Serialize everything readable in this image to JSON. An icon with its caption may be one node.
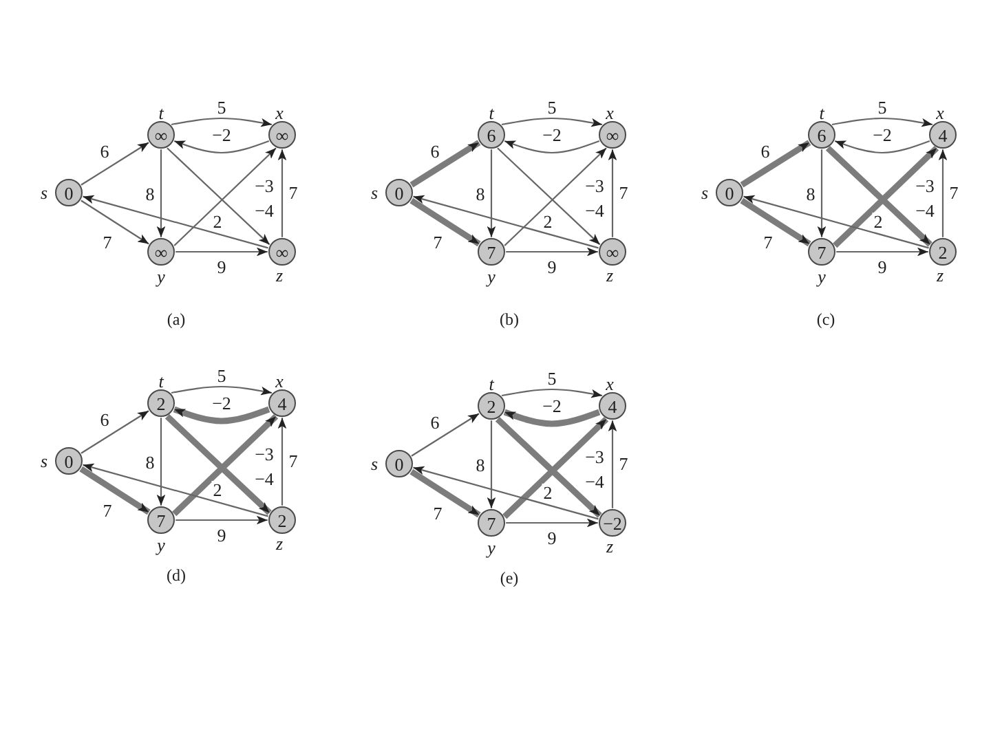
{
  "diagram": {
    "nodes": [
      {
        "text": [
          "∞"
        ],
        "beside": [
          "t"
        ]
      },
      {
        "text": [
          "∞"
        ],
        "beside": [
          "x"
        ]
      },
      {
        "text": [
          "0"
        ],
        "beside": [
          "s"
        ]
      },
      {
        "text": [
          "∞"
        ],
        "beside": [
          "y"
        ]
      },
      {
        "text": [
          "∞"
        ],
        "beside": [
          "z"
        ]
      },
      {
        "text": [
          "6"
        ],
        "beside": [
          "t"
        ]
      },
      {
        "text": [
          "∞"
        ],
        "beside": [
          "x"
        ]
      },
      {
        "text": [
          "0"
        ],
        "beside": [
          "s"
        ]
      },
      {
        "text": [
          "7"
        ],
        "beside": [
          "y"
        ]
      },
      {
        "text": [
          "∞"
        ],
        "beside": [
          "z"
        ]
      },
      {
        "text": [
          "6"
        ],
        "beside": [
          "t"
        ]
      },
      {
        "text": [
          "4"
        ],
        "beside": [
          "x"
        ]
      },
      {
        "text": [
          "0"
        ],
        "beside": [
          "s"
        ]
      },
      {
        "text": [
          "7"
        ],
        "beside": [
          "y"
        ]
      },
      {
        "text": [
          "2"
        ],
        "beside": [
          "z"
        ]
      },
      {
        "text": [
          "2"
        ],
        "beside": [
          "t"
        ]
      },
      {
        "text": [
          "4"
        ],
        "beside": [
          "x"
        ]
      },
      {
        "text": [
          "0"
        ],
        "beside": [
          "s"
        ]
      },
      {
        "text": [
          "7"
        ],
        "beside": [
          "y"
        ]
      },
      {
        "text": [
          "2"
        ],
        "beside": [
          "z"
        ]
      },
      {
        "text": [
          "2"
        ],
        "beside": [
          "t"
        ]
      },
      {
        "text": [
          "4"
        ],
        "beside": [
          "x"
        ]
      },
      {
        "text": [
          "0"
        ],
        "beside": [
          "s"
        ]
      },
      {
        "text": [
          "7"
        ],
        "beside": [
          "y"
        ]
      },
      {
        "text": [
          "−2"
        ],
        "beside": [
          "z"
        ]
      }
    ],
    "edges": [
      {
        "from": 2,
        "to": 0,
        "arrow": "to",
        "label": "6"
      },
      {
        "from": 2,
        "to": 3,
        "arrow": "to",
        "label": "7"
      },
      {
        "from": 0,
        "to": 1,
        "arrow": "to",
        "label": "5"
      },
      {
        "from": 1,
        "to": 0,
        "arrow": "to",
        "label": "−2"
      },
      {
        "from": 0,
        "to": 3,
        "arrow": "to",
        "label": "8"
      },
      {
        "from": 0,
        "to": 4,
        "arrow": "to",
        "label": "−4"
      },
      {
        "from": 3,
        "to": 1,
        "arrow": "to",
        "label": "−3"
      },
      {
        "from": 3,
        "to": 4,
        "arrow": "to",
        "label": "9"
      },
      {
        "from": 4,
        "to": 1,
        "arrow": "to",
        "label": "7"
      },
      {
        "from": 4,
        "to": 2,
        "arrow": "to",
        "label": "2"
      },
      {
        "from": 7,
        "to": 5,
        "arrow": "to",
        "label": "6",
        "style": "thick"
      },
      {
        "from": 7,
        "to": 8,
        "arrow": "to",
        "label": "7",
        "style": "thick"
      },
      {
        "from": 5,
        "to": 6,
        "arrow": "to",
        "label": "5"
      },
      {
        "from": 6,
        "to": 5,
        "arrow": "to",
        "label": "−2"
      },
      {
        "from": 5,
        "to": 8,
        "arrow": "to",
        "label": "8"
      },
      {
        "from": 5,
        "to": 9,
        "arrow": "to",
        "label": "−4"
      },
      {
        "from": 8,
        "to": 6,
        "arrow": "to",
        "label": "−3"
      },
      {
        "from": 8,
        "to": 9,
        "arrow": "to",
        "label": "9"
      },
      {
        "from": 9,
        "to": 6,
        "arrow": "to",
        "label": "7"
      },
      {
        "from": 9,
        "to": 7,
        "arrow": "to",
        "label": "2"
      },
      {
        "from": 12,
        "to": 10,
        "arrow": "to",
        "label": "6",
        "style": "thick"
      },
      {
        "from": 12,
        "to": 13,
        "arrow": "to",
        "label": "7",
        "style": "thick"
      },
      {
        "from": 10,
        "to": 11,
        "arrow": "to",
        "label": "5"
      },
      {
        "from": 11,
        "to": 10,
        "arrow": "to",
        "label": "−2"
      },
      {
        "from": 10,
        "to": 13,
        "arrow": "to",
        "label": "8"
      },
      {
        "from": 10,
        "to": 14,
        "arrow": "to",
        "label": "−4",
        "style": "thick"
      },
      {
        "from": 13,
        "to": 11,
        "arrow": "to",
        "label": "−3",
        "style": "thick"
      },
      {
        "from": 13,
        "to": 14,
        "arrow": "to",
        "label": "9"
      },
      {
        "from": 14,
        "to": 11,
        "arrow": "to",
        "label": "7"
      },
      {
        "from": 14,
        "to": 12,
        "arrow": "to",
        "label": "2"
      },
      {
        "from": 17,
        "to": 15,
        "arrow": "to",
        "label": "6"
      },
      {
        "from": 17,
        "to": 18,
        "arrow": "to",
        "label": "7",
        "style": "thick"
      },
      {
        "from": 15,
        "to": 16,
        "arrow": "to",
        "label": "5"
      },
      {
        "from": 16,
        "to": 15,
        "arrow": "to",
        "label": "−2",
        "style": "thick"
      },
      {
        "from": 15,
        "to": 18,
        "arrow": "to",
        "label": "8"
      },
      {
        "from": 15,
        "to": 19,
        "arrow": "to",
        "label": "−4",
        "style": "thick"
      },
      {
        "from": 18,
        "to": 16,
        "arrow": "to",
        "label": "−3",
        "style": "thick"
      },
      {
        "from": 18,
        "to": 19,
        "arrow": "to",
        "label": "9"
      },
      {
        "from": 19,
        "to": 16,
        "arrow": "to",
        "label": "7"
      },
      {
        "from": 19,
        "to": 17,
        "arrow": "to",
        "label": "2"
      },
      {
        "from": 22,
        "to": 20,
        "arrow": "to",
        "label": "6"
      },
      {
        "from": 22,
        "to": 23,
        "arrow": "to",
        "label": "7",
        "style": "thick"
      },
      {
        "from": 20,
        "to": 21,
        "arrow": "to",
        "label": "5"
      },
      {
        "from": 21,
        "to": 20,
        "arrow": "to",
        "label": "−2",
        "style": "thick"
      },
      {
        "from": 20,
        "to": 23,
        "arrow": "to",
        "label": "8"
      },
      {
        "from": 20,
        "to": 24,
        "arrow": "to",
        "label": "−4",
        "style": "thick"
      },
      {
        "from": 23,
        "to": 21,
        "arrow": "to",
        "label": "−3",
        "style": "thick"
      },
      {
        "from": 23,
        "to": 24,
        "arrow": "to",
        "label": "9"
      },
      {
        "from": 24,
        "to": 21,
        "arrow": "to",
        "label": "7"
      },
      {
        "from": 24,
        "to": 22,
        "arrow": "to",
        "label": "2"
      }
    ],
    "labels": [
      "(a)",
      "(b)",
      "(c)",
      "(d)",
      "(e)"
    ]
  }
}
